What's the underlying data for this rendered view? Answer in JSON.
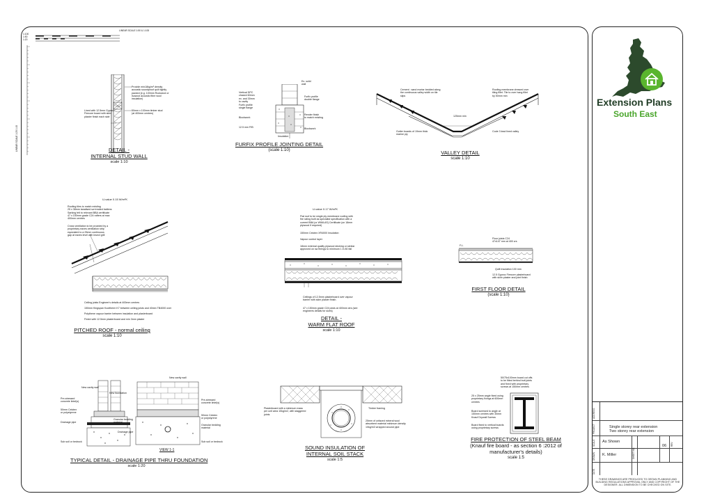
{
  "scale_bar": {
    "label": "LINEAR SCALE 1:50 & 1:100",
    "left_labels": [
      "1:100",
      "1:50",
      "1:20"
    ],
    "vertical_label": "LINEAR SCALE 1:20 1:10"
  },
  "drawings": {
    "stud_wall": {
      "title": "DETAIL -",
      "title2": "INTERNAL STUD WALL",
      "scale": "scale 1:10",
      "notes": [
        "Lined with 12.5mm Gyproc",
        "Firecore board with skim",
        "plaster finish each side",
        "Provide min18kg/m³ density",
        "acoustic soundproof quilt tightly",
        "packed (e.g. 100mm Rockwool or",
        "Isowool acoustic fibre wool",
        "insulation)",
        "50mm x 100mm timber stud",
        "(at 400mm centres)"
      ]
    },
    "furfix": {
      "title": "FURFIX PROFILE JOINTING DETAIL",
      "scale": "(scale 1:10)",
      "notes": [
        "Vertical DPC",
        "chased 60mm",
        "ex. and 30mm",
        "to cavity",
        "Furfix profile",
        "single flange",
        "Blockwork",
        "12.5 mm P/B",
        "Ex. solid",
        "wall",
        "Furfix profile",
        "double flange",
        "Render finish",
        "to match existing",
        "Blockwork",
        "Insulation"
      ]
    },
    "valley": {
      "title": "VALLEY DETAIL",
      "scale": "scale 1:10",
      "notes": [
        "Cement : sand mortar bedded along",
        "the continuous valley width on tile",
        "slips",
        "Roofing membrane dressed over",
        "tiling fillet. Tile to over hang fillet",
        "by 50mm min",
        "125mm min",
        "Gutter boards of 19mm thick",
        "marine ply",
        "Code 3 lead lined valley"
      ]
    },
    "pitched_roof": {
      "uvalue": "U-value 0.15 W/m²K",
      "title": "PITCHED ROOF - normal ceiling",
      "scale": "scale 1:10",
      "notes": [
        "Roofing tiles to match existing",
        "25 x 38mm tanalised sw treated battens",
        "Sarking felt to relevant BBA certificate",
        "47 x 150mm grade C24 rafters at max",
        "400mm centres",
        "Cross ventilation to be provided by a",
        "proprietary eaves ventilation strip",
        "equivalent to a 25mm continuous",
        "gap at eaves level with insect grill",
        "Ceiling joists Engineer's details at 400mm centres",
        "150mm Kingspan Kooltherm K7 between ceiling joists and 40mm TB4000 over",
        "Polythene vapour barrier between insulation and plasterboard",
        "Finish with 12.5mm plasterboard and min 3mm plaster"
      ]
    },
    "flat_roof": {
      "uvalue": "U-value 0.17 W/m²K",
      "title": "DETAIL -",
      "title2": "WARM FLAT ROOF",
      "scale": "scale 1:10",
      "notes": [
        "Flat roof to be single ply membrane roofing with",
        "fire rating built as specialist specification with a",
        "current BBA (or WIMLAS) Certificate (on 18mm",
        "plywood if required)",
        "150mm Celotex XR4000 Insulation",
        "Vapour control layer",
        "18mm external quality plywood decking or similar",
        "approved on sw firrings to minimum 1 in 80 fall",
        "Ceilings of 12.5mm plasterboard over vapour",
        "barrier with skim plaster finish.",
        "47 x 150mm grade C24 joists at 400mm ctrs (see",
        "engineers details for sizes)"
      ]
    },
    "first_floor": {
      "title": "FIRST FLOOR DETAIL",
      "scale": "(scale 1:10)",
      "notes": [
        "Floor joists C24",
        "47x147 mm at 400 crs",
        "Quilt Insulation 100 mm",
        "12.5 Gyproc Firecore plasterboard",
        "with skim plaster and joint finish",
        "F.L."
      ]
    },
    "drainage": {
      "title": "TYPICAL  DETAIL - DRAINAGE PIPE THRU FOUNDATION",
      "scale": "scale 1:20",
      "view_label": "VIEW 1-1",
      "notes": [
        "New cavity wall",
        "Pre-stressed",
        "concrete lintel(s)",
        "50mm Celotex",
        "or polystyrene",
        "Drainage pipe",
        "Sub soil or bedrock",
        "New foundation",
        "Granular bedding",
        "material",
        "Drainage pipe",
        "New cavity wall",
        "Pre-stressed",
        "concrete lintel(s)",
        "50mm Celotex",
        "or polystyrene",
        "Granular bedding",
        "material",
        "Sub soil or bedrock"
      ]
    },
    "soil_stack": {
      "title": "SOUND INSULATION OF",
      "title2": "INTERNAL SOIL STACK",
      "scale": "scale 1:5",
      "notes": [
        "Plasterboard with a minimum mass",
        "per unit area 10kg/m2, with staggered",
        "joints",
        "Timber framing",
        "25mm of unfaced mineral wool",
        "absorbent material minimum density",
        "10kg/m3 wrapped around pipe"
      ]
    },
    "steel_beam": {
      "title": "FIRE PROTECTION OF STEEL BEAM",
      "title2": "(Knauf fire board - as section 6 :2012 of",
      "title3": "manufacturer's details)",
      "scale": "scale 1:5",
      "notes": [
        "50/75x100mm board cut offs",
        "to be fitted behind butt joints",
        "and fixed with proprietary",
        "screws at 150mm centres",
        "25 x 25mm angle fixed using",
        "proprietary fixings at 600mm",
        "centres",
        "Board screwed to angle at",
        "150mm centres with 30mm",
        "Knauf Drywall Screws",
        "Board fixed to vertical boards",
        "using proprietary screws"
      ]
    }
  },
  "panel": {
    "logo": {
      "line1": "Extension Plans",
      "line2": "South East",
      "colors": {
        "map": "#2c4a2c",
        "accent": "#5ab52e",
        "text_dark": "#1f3b24",
        "text_green": "#49a52b"
      },
      "icon": "house-icon"
    },
    "title_block": {
      "labels": [
        "ADDRESS",
        "PROJECT",
        "SCALE",
        "DRAWN",
        "DATE"
      ],
      "project_line1": "Single storey rear extension",
      "project_line2": "Two storey rear extension",
      "scale": "As Shown",
      "drawn": "K. Miller",
      "sheet_label": "SHEET NO.",
      "sheet_no": "06",
      "rev_label": "REV"
    },
    "disclaimer": "THESE DRAWINGS ARE PRODUCED TO OBTAIN PLANNING AND BUILDING REGULATIONS APPROVAL ONLY AND COPYRIGHT OF THE DESIGNER. ALL DIMENSION TO BE CHECKED ON SITE."
  }
}
